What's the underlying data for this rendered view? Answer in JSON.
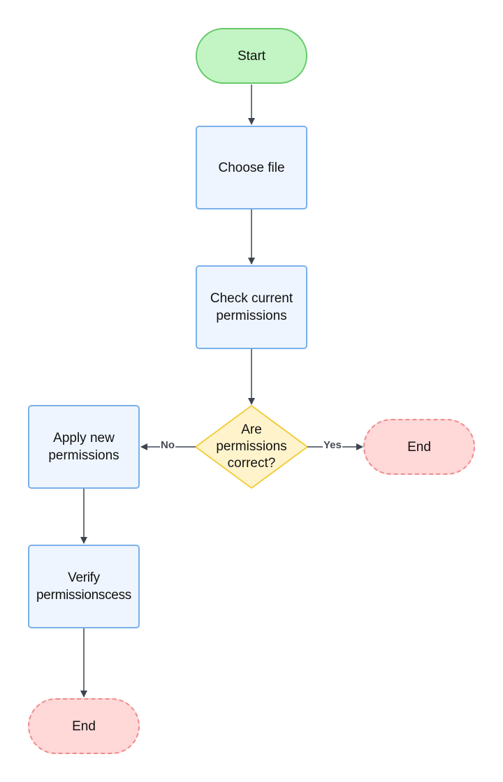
{
  "nodes": {
    "start": "Start",
    "choose_file": "Choose file",
    "check_permissions": "Check current permissions",
    "decision": "Are permissions correct?",
    "end_right": "End",
    "apply_permissions": "Apply new permissions",
    "verify": "Verify permissionscess",
    "end_bottom": "End"
  },
  "edges": {
    "no_label": "No",
    "yes_label": "Yes"
  },
  "colors": {
    "start_fill": "#c3f5c4",
    "start_stroke": "#67c86a",
    "process_fill": "#eef5ff",
    "process_stroke": "#7ab0ea",
    "decision_fill": "#fff3cc",
    "decision_stroke": "#f2cd3c",
    "end_fill": "#ffd8d8",
    "end_stroke": "#ef8a8a",
    "connector": "#3d4450"
  }
}
